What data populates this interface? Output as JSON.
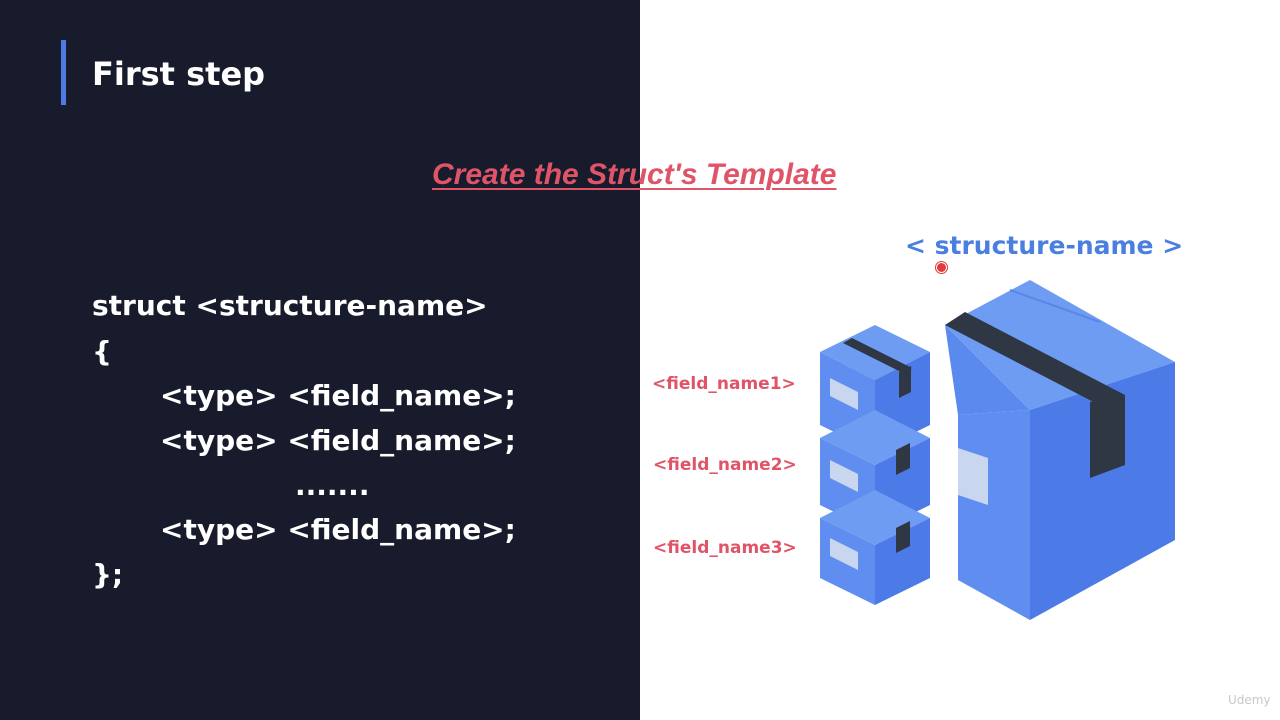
{
  "slide": {
    "title": "First step",
    "subtitle": "Create the Struct's Template"
  },
  "code": {
    "lines": [
      "struct <structure-name>",
      "{",
      "<type> <field_name>;",
      "<type> <field_name>;",
      ".......",
      "<type> <field_name>;",
      "};"
    ]
  },
  "diagram": {
    "structure_label": "< structure-name >",
    "field_labels": [
      "<field_name1>",
      "<field_name2>",
      "<field_name3>"
    ]
  },
  "watermark": "Udemy",
  "colors": {
    "dark_panel": "#181b2c",
    "accent_blue": "#4f7be6",
    "label_red": "#e05468",
    "label_blue": "#4a7fe0",
    "box_top": "#6e9cf2",
    "box_left": "#5f8ef0",
    "box_right": "#4c7ae6",
    "tape": "#2f3745"
  }
}
